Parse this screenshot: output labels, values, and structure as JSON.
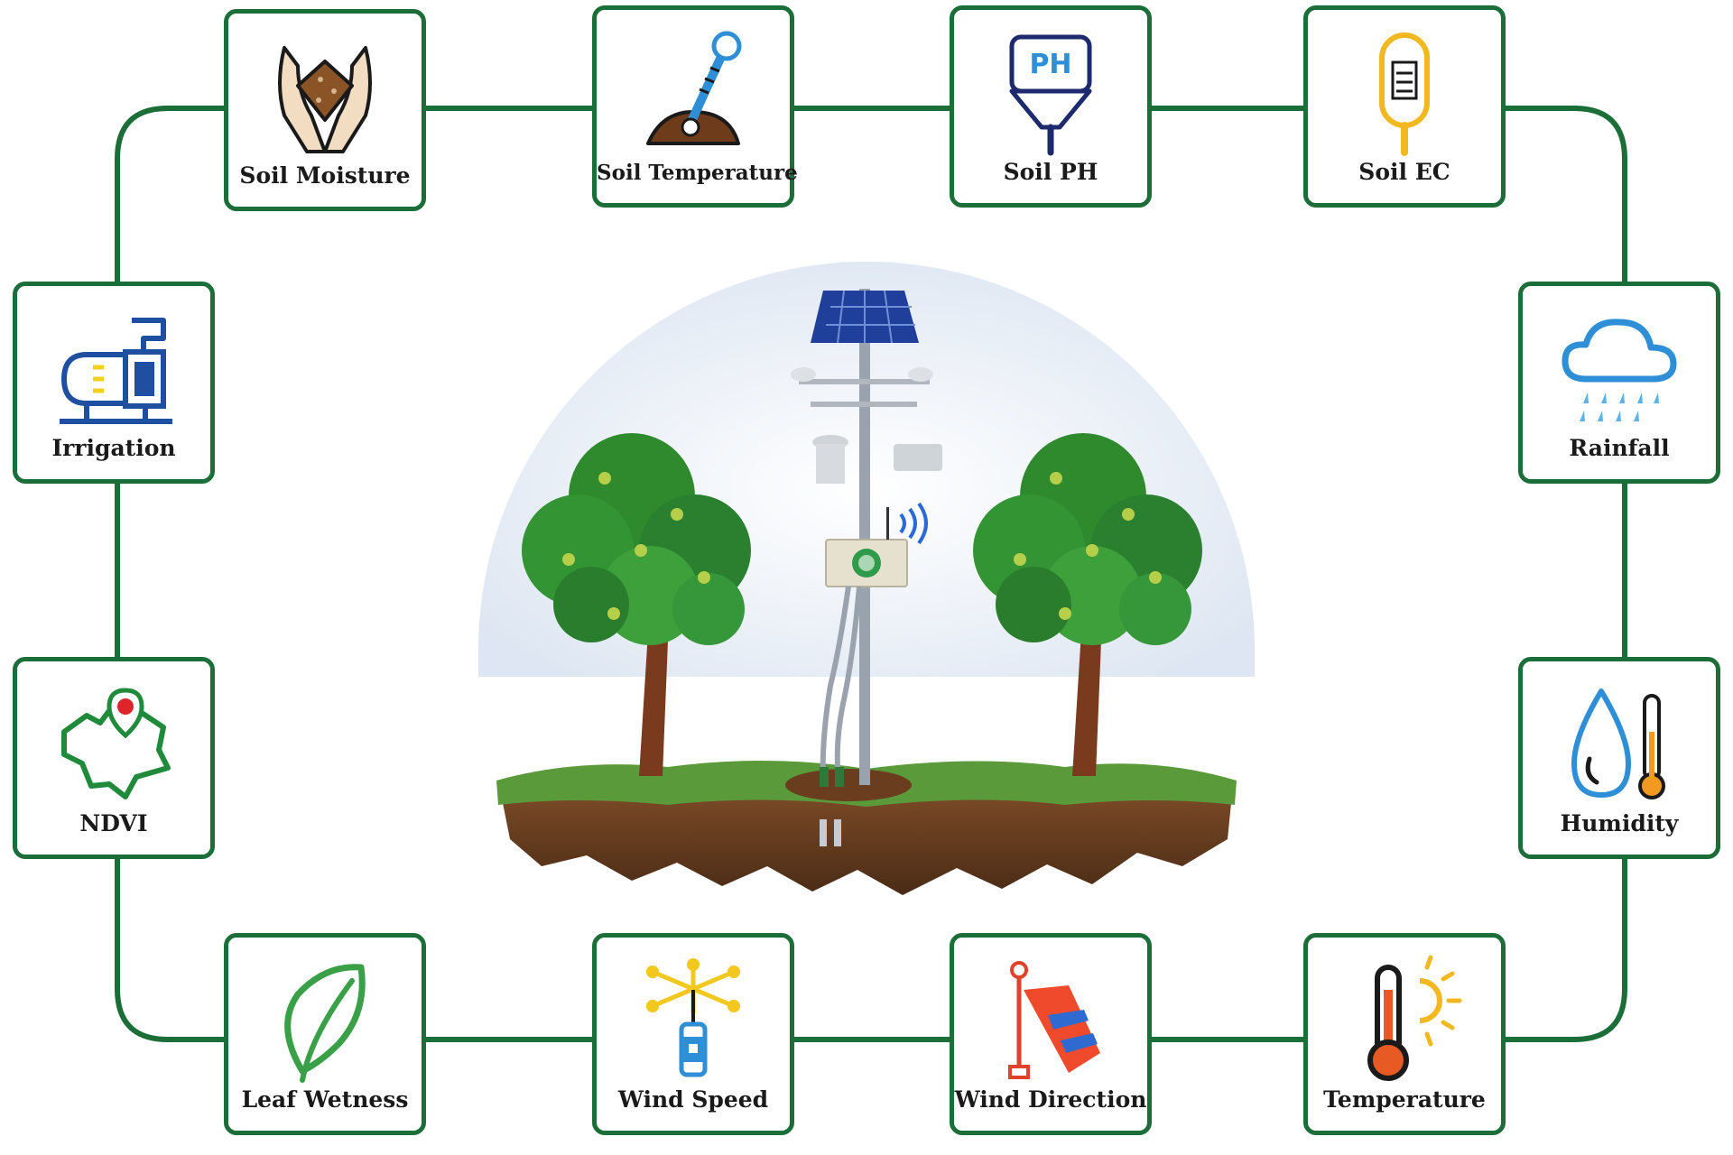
{
  "nodes": {
    "soil_moisture": "Soil Moisture",
    "soil_temperature": "Soil Temperature",
    "soil_ph": "Soil PH",
    "soil_ec": "Soil EC",
    "irrigation": "Irrigation",
    "rainfall": "Rainfall",
    "ndvi": "NDVI",
    "humidity": "Humidity",
    "leaf_wetness": "Leaf Wetness",
    "wind_speed": "Wind Speed",
    "wind_direction": "Wind Direction",
    "temperature": "Temperature"
  },
  "icons": {
    "soil_moisture": "hands-holding-soil-icon",
    "soil_temperature": "soil-thermometer-icon",
    "soil_ph": "ph-probe-icon",
    "soil_ec": "ec-probe-icon",
    "irrigation": "water-pump-icon",
    "rainfall": "rain-cloud-icon",
    "ndvi": "map-pin-icon",
    "humidity": "drop-thermometer-icon",
    "leaf_wetness": "leaf-icon",
    "wind_speed": "anemometer-icon",
    "wind_direction": "windsock-icon",
    "temperature": "thermometer-sun-icon"
  },
  "colors": {
    "border": "#1c6e38",
    "connector": "#1c6e38"
  }
}
